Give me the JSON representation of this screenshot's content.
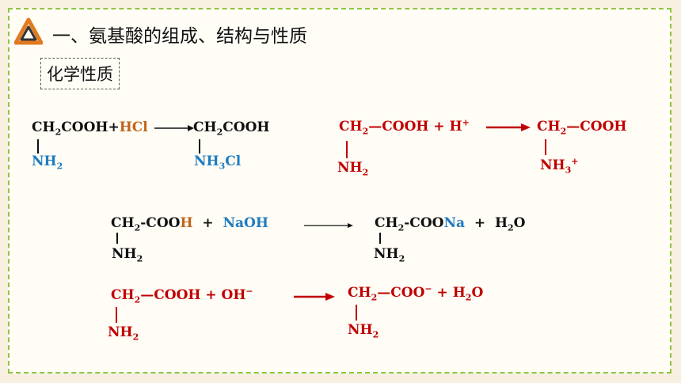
{
  "header": {
    "title": "一、氨基酸的组成、结构与性质"
  },
  "section": {
    "label": "化学性质"
  },
  "reactions": {
    "hcl": {
      "reactant_main": "CH",
      "reactant_sub": "2",
      "reactant_rest": "COOH",
      "plus": "+",
      "reagent": "HCl",
      "amine_n": "NH",
      "amine_sub": "2",
      "product_main": "CH",
      "product_sub": "2",
      "product_rest": "COOH",
      "product_amine_n": "NH",
      "product_amine_sub": "3",
      "product_amine_rest": "Cl"
    },
    "h_plus": {
      "reactant": "CH",
      "reactant_sub": "2",
      "reactant_rest": "—COOH + H",
      "reactant_sup": "+",
      "amine_n": "NH",
      "amine_sub": "2",
      "product": "CH",
      "product_sub": "2",
      "product_rest": "—COOH",
      "product_amine_n": "NH",
      "product_amine_sub": "3",
      "product_amine_sup": "+"
    },
    "naoh": {
      "reactant": "CH",
      "reactant_sub": "2",
      "reactant_rest": "-COO",
      "reactant_h": "H",
      "plus": "+",
      "reagent": "NaOH",
      "amine_n": "NH",
      "amine_sub": "2",
      "product": "CH",
      "product_sub": "2",
      "product_rest": "-COO",
      "product_na": "Na",
      "plus2": "+",
      "water": "H",
      "water_sub": "2",
      "water_o": "O",
      "product_amine_n": "NH",
      "product_amine_sub": "2"
    },
    "oh_minus": {
      "reactant": "CH",
      "reactant_sub": "2",
      "reactant_rest": "—COOH + OH",
      "reactant_sup": "−",
      "amine_n": "NH",
      "amine_sub": "2",
      "product": "CH",
      "product_sub": "2",
      "product_rest": "—COO",
      "product_sup": "−",
      "product_tail": " + H",
      "water_sub": "2",
      "water_o": "O",
      "product_amine_n": "NH",
      "product_amine_sub": "2"
    }
  },
  "colors": {
    "red": "#c00000",
    "blue": "#1f7bbf",
    "orange": "#c0651a",
    "border_green": "#8dc63f"
  }
}
